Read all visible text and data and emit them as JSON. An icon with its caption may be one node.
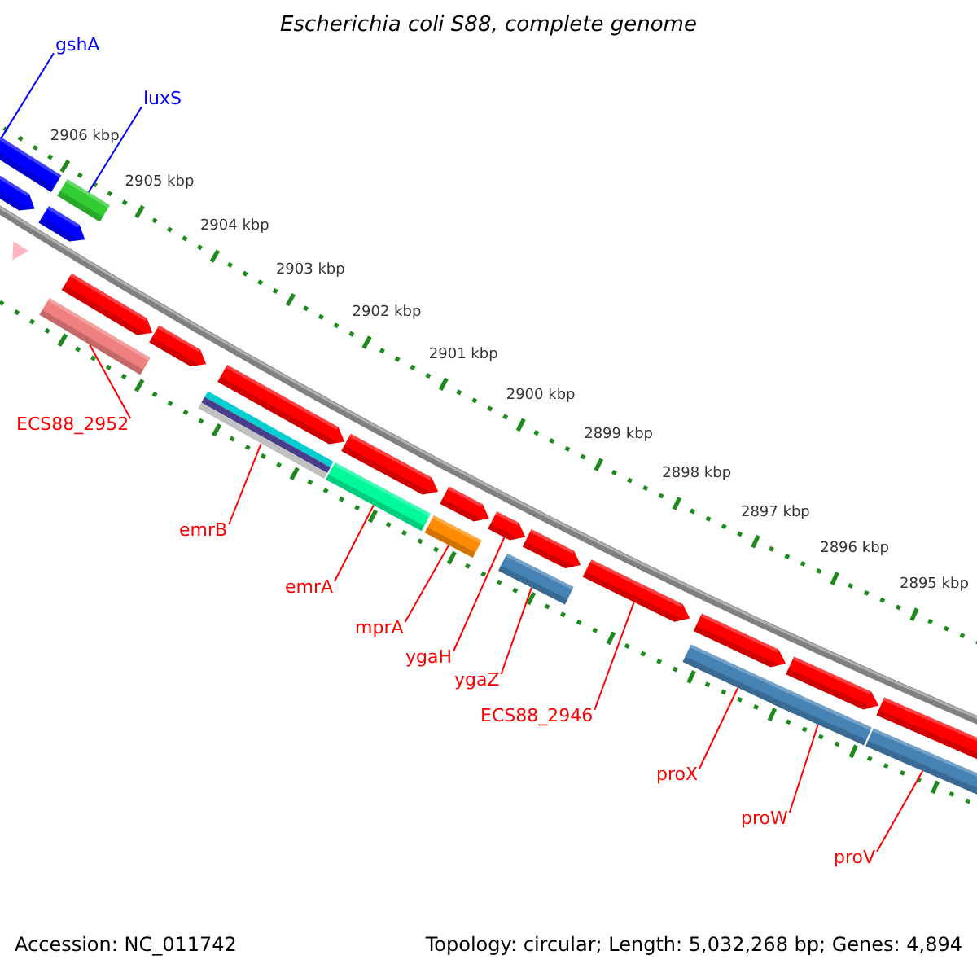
{
  "diagram": {
    "title": "Escherichia coli S88, complete genome",
    "nodes": [
      {
        "text": [
          "gshA"
        ]
      },
      {
        "text": [],
        "shape": "bar"
      },
      {
        "text": [
          "luxS"
        ]
      },
      {
        "text": [],
        "shape": "bar"
      },
      {
        "text": [
          "ECS88_2952"
        ]
      },
      {
        "text": [],
        "shape": "bar"
      },
      {
        "text": [
          "emrB"
        ]
      },
      {
        "text": [],
        "shape": "bar"
      },
      {
        "text": [
          "emrA"
        ]
      },
      {
        "text": [],
        "shape": "bar"
      },
      {
        "text": [
          "mprA"
        ]
      },
      {
        "text": [],
        "shape": "bar"
      },
      {
        "text": [
          "ygaH"
        ]
      },
      {
        "text": [],
        "shape": "bar"
      },
      {
        "text": [
          "ygaZ"
        ]
      },
      {
        "text": [],
        "shape": "bar"
      },
      {
        "text": [
          "ECS88_2946"
        ]
      },
      {
        "text": [],
        "shape": "bar"
      },
      {
        "text": [
          "proX"
        ]
      },
      {
        "text": [],
        "shape": "bar"
      },
      {
        "text": [
          "proW"
        ]
      },
      {
        "text": [],
        "shape": "bar"
      },
      {
        "text": [
          "proV"
        ]
      },
      {
        "text": [],
        "shape": "bar"
      }
    ],
    "edges": [
      {
        "from": 0,
        "to": 1,
        "arrow": "none",
        "color": "#0000ff"
      },
      {
        "from": 2,
        "to": 3,
        "arrow": "none",
        "color": "#0000ff"
      },
      {
        "from": 4,
        "to": 5,
        "arrow": "none"
      },
      {
        "from": 6,
        "to": 7,
        "arrow": "none"
      },
      {
        "from": 8,
        "to": 9,
        "arrow": "none"
      },
      {
        "from": 10,
        "to": 11,
        "arrow": "none"
      },
      {
        "from": 12,
        "to": 13,
        "arrow": "none"
      },
      {
        "from": 14,
        "to": 15,
        "arrow": "none"
      },
      {
        "from": 16,
        "to": 17,
        "arrow": "none"
      },
      {
        "from": 18,
        "to": 19,
        "arrow": "none"
      },
      {
        "from": 20,
        "to": 21,
        "arrow": "none"
      },
      {
        "from": 22,
        "to": 23,
        "arrow": "none"
      }
    ],
    "labels": [
      "2906 kbp",
      "2905 kbp",
      "2904 kbp",
      "2903 kbp",
      "2902 kbp",
      "2901 kbp",
      "2900 kbp",
      "2899 kbp",
      "2898 kbp",
      "2897 kbp",
      "2896 kbp",
      "2895 kbp",
      "Accession: NC_011742",
      "Topology: circular; Length: 5,032,268 bp; Genes: 4,894"
    ]
  }
}
